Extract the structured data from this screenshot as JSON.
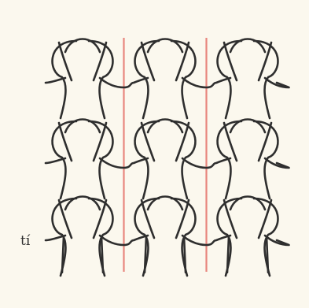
{
  "caption": "tí",
  "colors": {
    "background": "#fbf8ee",
    "yarn": "#2e2e2e",
    "divider": "#e8867e"
  },
  "diagram": {
    "type": "knitted-fabric-structure",
    "columns": 3,
    "rows": 3,
    "divider_lines": 2
  }
}
